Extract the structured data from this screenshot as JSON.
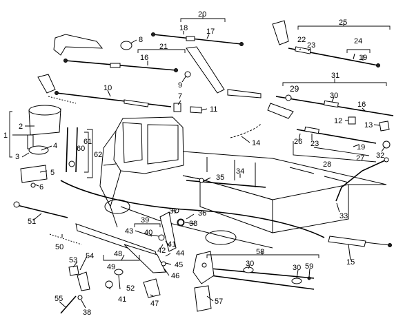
{
  "diagram": {
    "callouts": {
      "c1": "1",
      "c2": "2",
      "c3": "3",
      "c4": "4",
      "c5": "5",
      "c6": "6",
      "c7": "7",
      "c8": "8",
      "c9": "9",
      "c10": "10",
      "c11": "11",
      "c12": "12",
      "c13": "13",
      "c14": "14",
      "c15": "15",
      "c16a": "16",
      "c16b": "16",
      "c17": "17",
      "c18": "18",
      "c19a": "19",
      "c19b": "19",
      "c20": "20",
      "c21": "21",
      "c22": "22",
      "c23a": "23",
      "c23b": "23",
      "c24": "24",
      "c25": "25",
      "c26": "26",
      "c27": "27",
      "c28": "28",
      "c29": "29",
      "c30a": "30",
      "c30b": "30",
      "c30c": "30",
      "c31": "31",
      "c32": "32",
      "c33": "33",
      "c34": "34",
      "c35": "35",
      "c36": "36",
      "c37": "37",
      "c38a": "38",
      "c38b": "38",
      "c39": "39",
      "c40": "40",
      "c41a": "41",
      "c41b": "41",
      "c42": "42",
      "c43": "43",
      "c44": "44",
      "c45": "45",
      "c46": "46",
      "c47": "47",
      "c48": "48",
      "c49": "49",
      "c50": "50",
      "c51": "51",
      "c52": "52",
      "c53": "53",
      "c54": "54",
      "c55": "55",
      "c57": "57",
      "c58": "58",
      "c59": "59",
      "c60": "60",
      "c61": "61",
      "c62": "62"
    }
  }
}
